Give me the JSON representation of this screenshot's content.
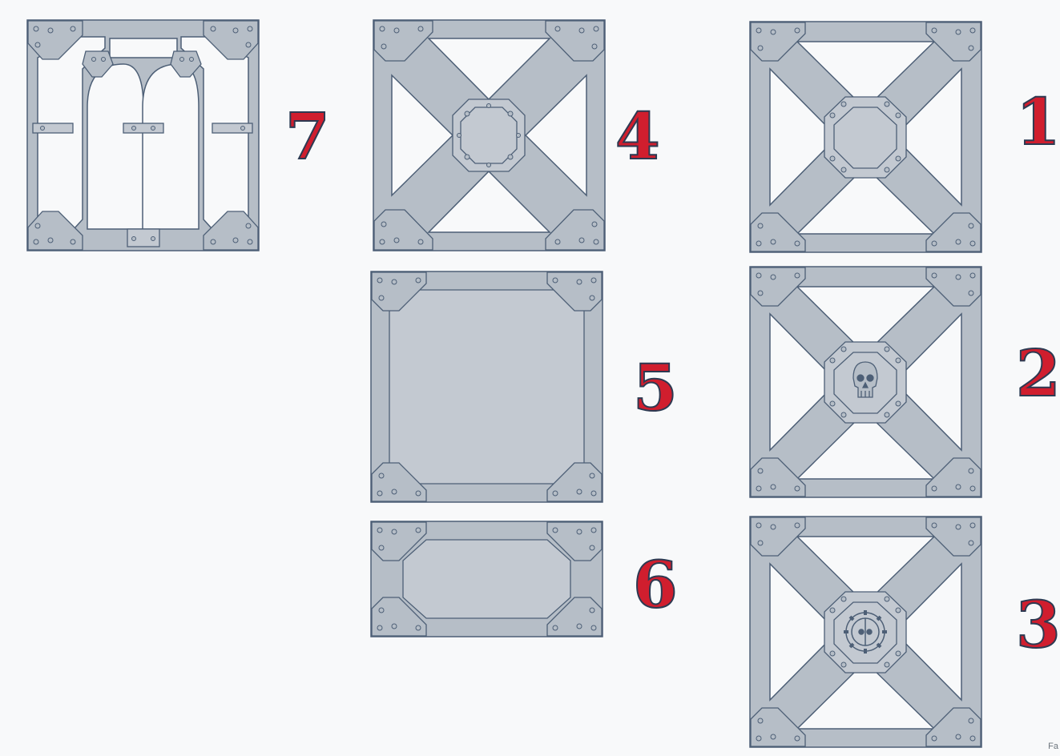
{
  "colors": {
    "background": "#f8f9fa",
    "panel_fill": "#b6bec7",
    "panel_inner": "#c3c9d1",
    "stroke": "#4d5f76",
    "number_fill": "#d01e2e",
    "number_outline": "#2d3a52"
  },
  "panels": [
    {
      "id": "7",
      "label": "7",
      "kind": "arched-window"
    },
    {
      "id": "4",
      "label": "4",
      "kind": "x-brace-beveled"
    },
    {
      "id": "1",
      "label": "1",
      "kind": "x-brace-plain-hub"
    },
    {
      "id": "5",
      "label": "5",
      "kind": "solid-plate"
    },
    {
      "id": "2",
      "label": "2",
      "kind": "x-brace-skull-hub",
      "emblem": "skull-icon"
    },
    {
      "id": "6",
      "label": "6",
      "kind": "solid-plate-short"
    },
    {
      "id": "3",
      "label": "3",
      "kind": "x-brace-cog-skull-hub",
      "emblem": "cog-skull-icon"
    }
  ],
  "footer": {
    "corner_text": "Fa"
  }
}
